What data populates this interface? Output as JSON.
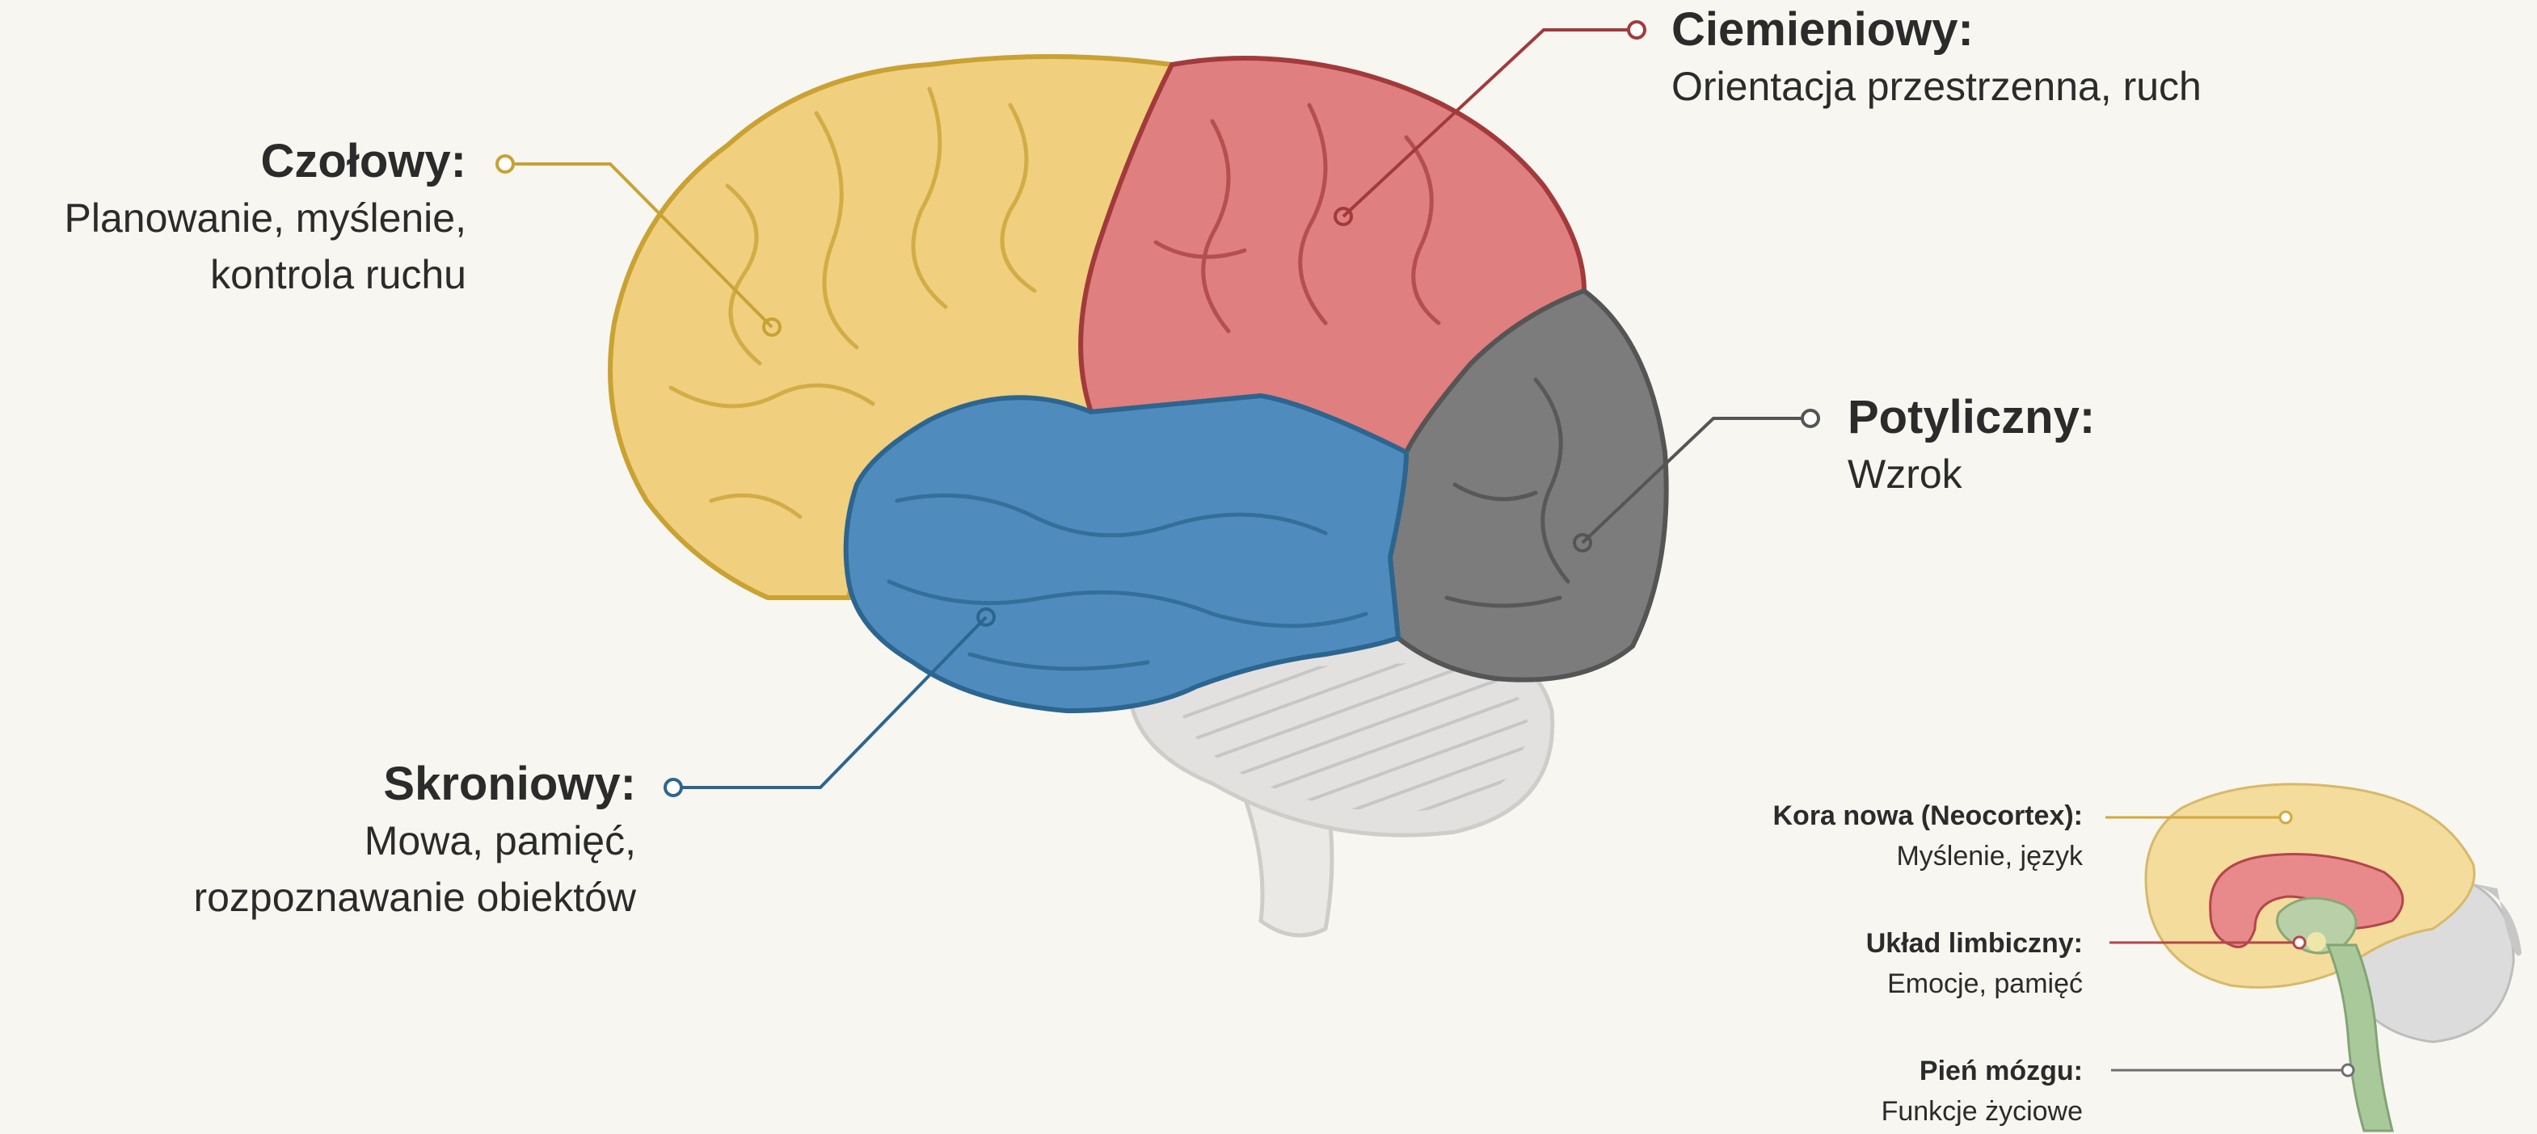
{
  "lobes": {
    "frontal": {
      "title": "Czołowy:",
      "desc_line1": "Planowanie, myślenie,",
      "desc_line2": "kontrola ruchu",
      "color": "#f0cf7f",
      "line_color": "#c9a233"
    },
    "parietal": {
      "title": "Ciemieniowy:",
      "desc_line1": "Orientacja przestrzenna, ruch",
      "color": "#df7f80",
      "line_color": "#a23a3c"
    },
    "occipital": {
      "title": "Potyliczny:",
      "desc_line1": "Wzrok",
      "color": "#8a8a8a",
      "line_color": "#555555"
    },
    "temporal": {
      "title": "Skroniowy:",
      "desc_line1": "Mowa, pamięć,",
      "desc_line2": "rozpoznawanie obiektów",
      "color": "#4f8cbd",
      "line_color": "#2c6690"
    }
  },
  "inset": {
    "neocortex": {
      "title": "Kora nowa (Neocortex):",
      "desc": "Myślenie, język",
      "color": "#f3dc9c",
      "line_color": "#d2a93c"
    },
    "limbic": {
      "title": "Układ limbiczny:",
      "desc": "Emocje, pamięć",
      "color": "#e88a8b",
      "line_color": "#b5464a"
    },
    "brainstem": {
      "title": "Pień mózgu:",
      "desc": "Funkcje życiowe",
      "color": "#a9c99a",
      "line_color": "#6e6e6e"
    }
  },
  "cerebellum_color": "#dcdcdc"
}
